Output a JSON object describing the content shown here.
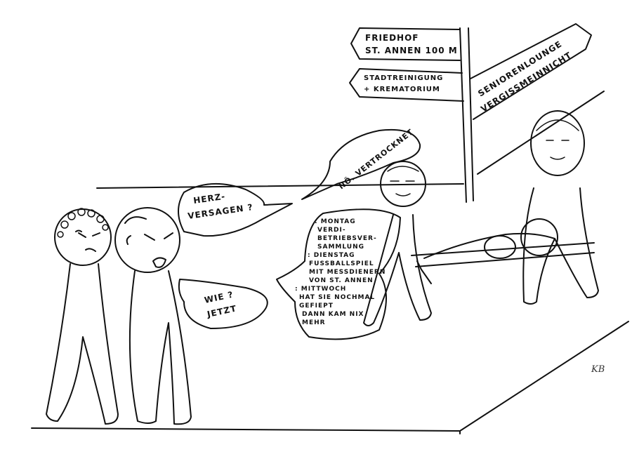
{
  "signs": {
    "friedhof_line1": "FRIEDHOF",
    "friedhof_line2": "ST. ANNEN 100 M",
    "stadt_line1": "STADTREINIGUNG",
    "stadt_line2": "+ KREMATORIUM",
    "senioren_line1": "SENIORENLOUNGE",
    "senioren_line2": "VERGISSMEINNICHT"
  },
  "bubbles": {
    "herz_line1": "HERZ-",
    "herz_line2": "VERSAGEN ?",
    "vertrocknet": "NÖ. VERTROCKNET",
    "wie_line1": "WIE ?",
    "wie_line2": "JETZT",
    "story": [
      ": MONTAG",
      "VERDI-",
      "BETRIEBSVER-",
      "SAMMLUNG",
      ": DIENSTAG",
      "FUSSBALLSPIEL",
      "MIT MESSDIENERN",
      "VON ST. ANNEN",
      ": MITTWOCH",
      "HAT SIE NOCHMAL",
      "GEFIEPT",
      "DANN KAM NIX",
      "MEHR"
    ]
  },
  "signature": "KB"
}
